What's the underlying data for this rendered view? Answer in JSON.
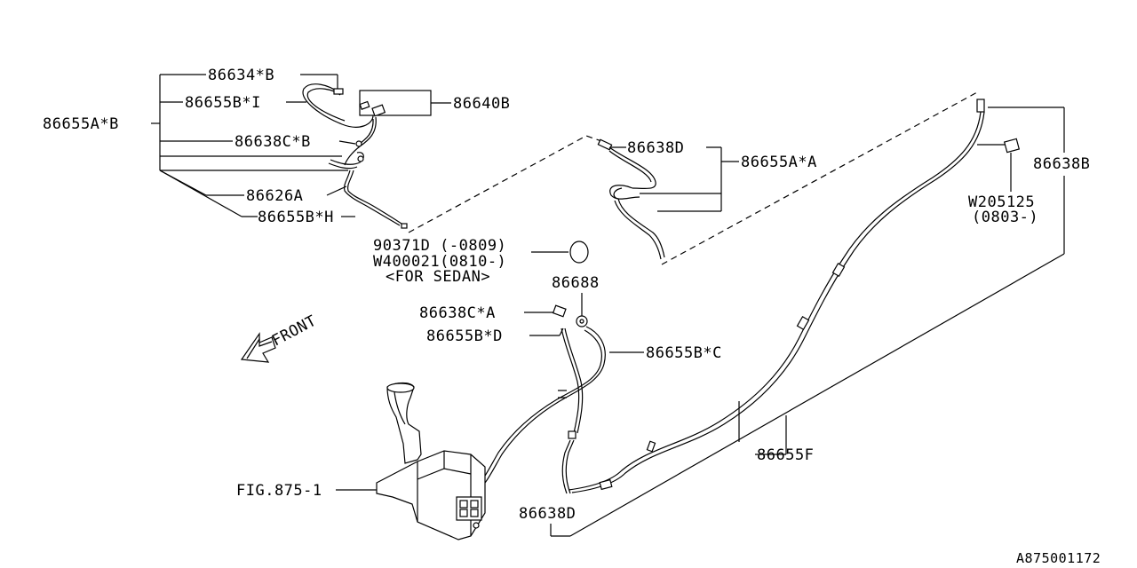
{
  "labels": {
    "p86634B": "86634*B",
    "p86655BI": "86655B*I",
    "p86640B": "86640B",
    "p86655AB": "86655A*B",
    "p86638CB": "86638C*B",
    "p86626A": "86626A",
    "p86655BH": "86655B*H",
    "p86638D_top": "86638D",
    "p86655AA": "86655A*A",
    "p86638B": "86638B",
    "w205125": "W205125",
    "w205125_range": "(0803-)",
    "p90371D": "90371D (-0809)",
    "w400021": "W400021(0810-)",
    "for_sedan": "<FOR SEDAN>",
    "p86688": "86688",
    "p86638CA": "86638C*A",
    "p86655BD": "86655B*D",
    "p86655BC": "86655B*C",
    "front": "FRONT",
    "p86655F": "86655F",
    "fig": "FIG.875-1",
    "p86638D_bottom": "86638D",
    "diagram_id": "A875001172"
  }
}
